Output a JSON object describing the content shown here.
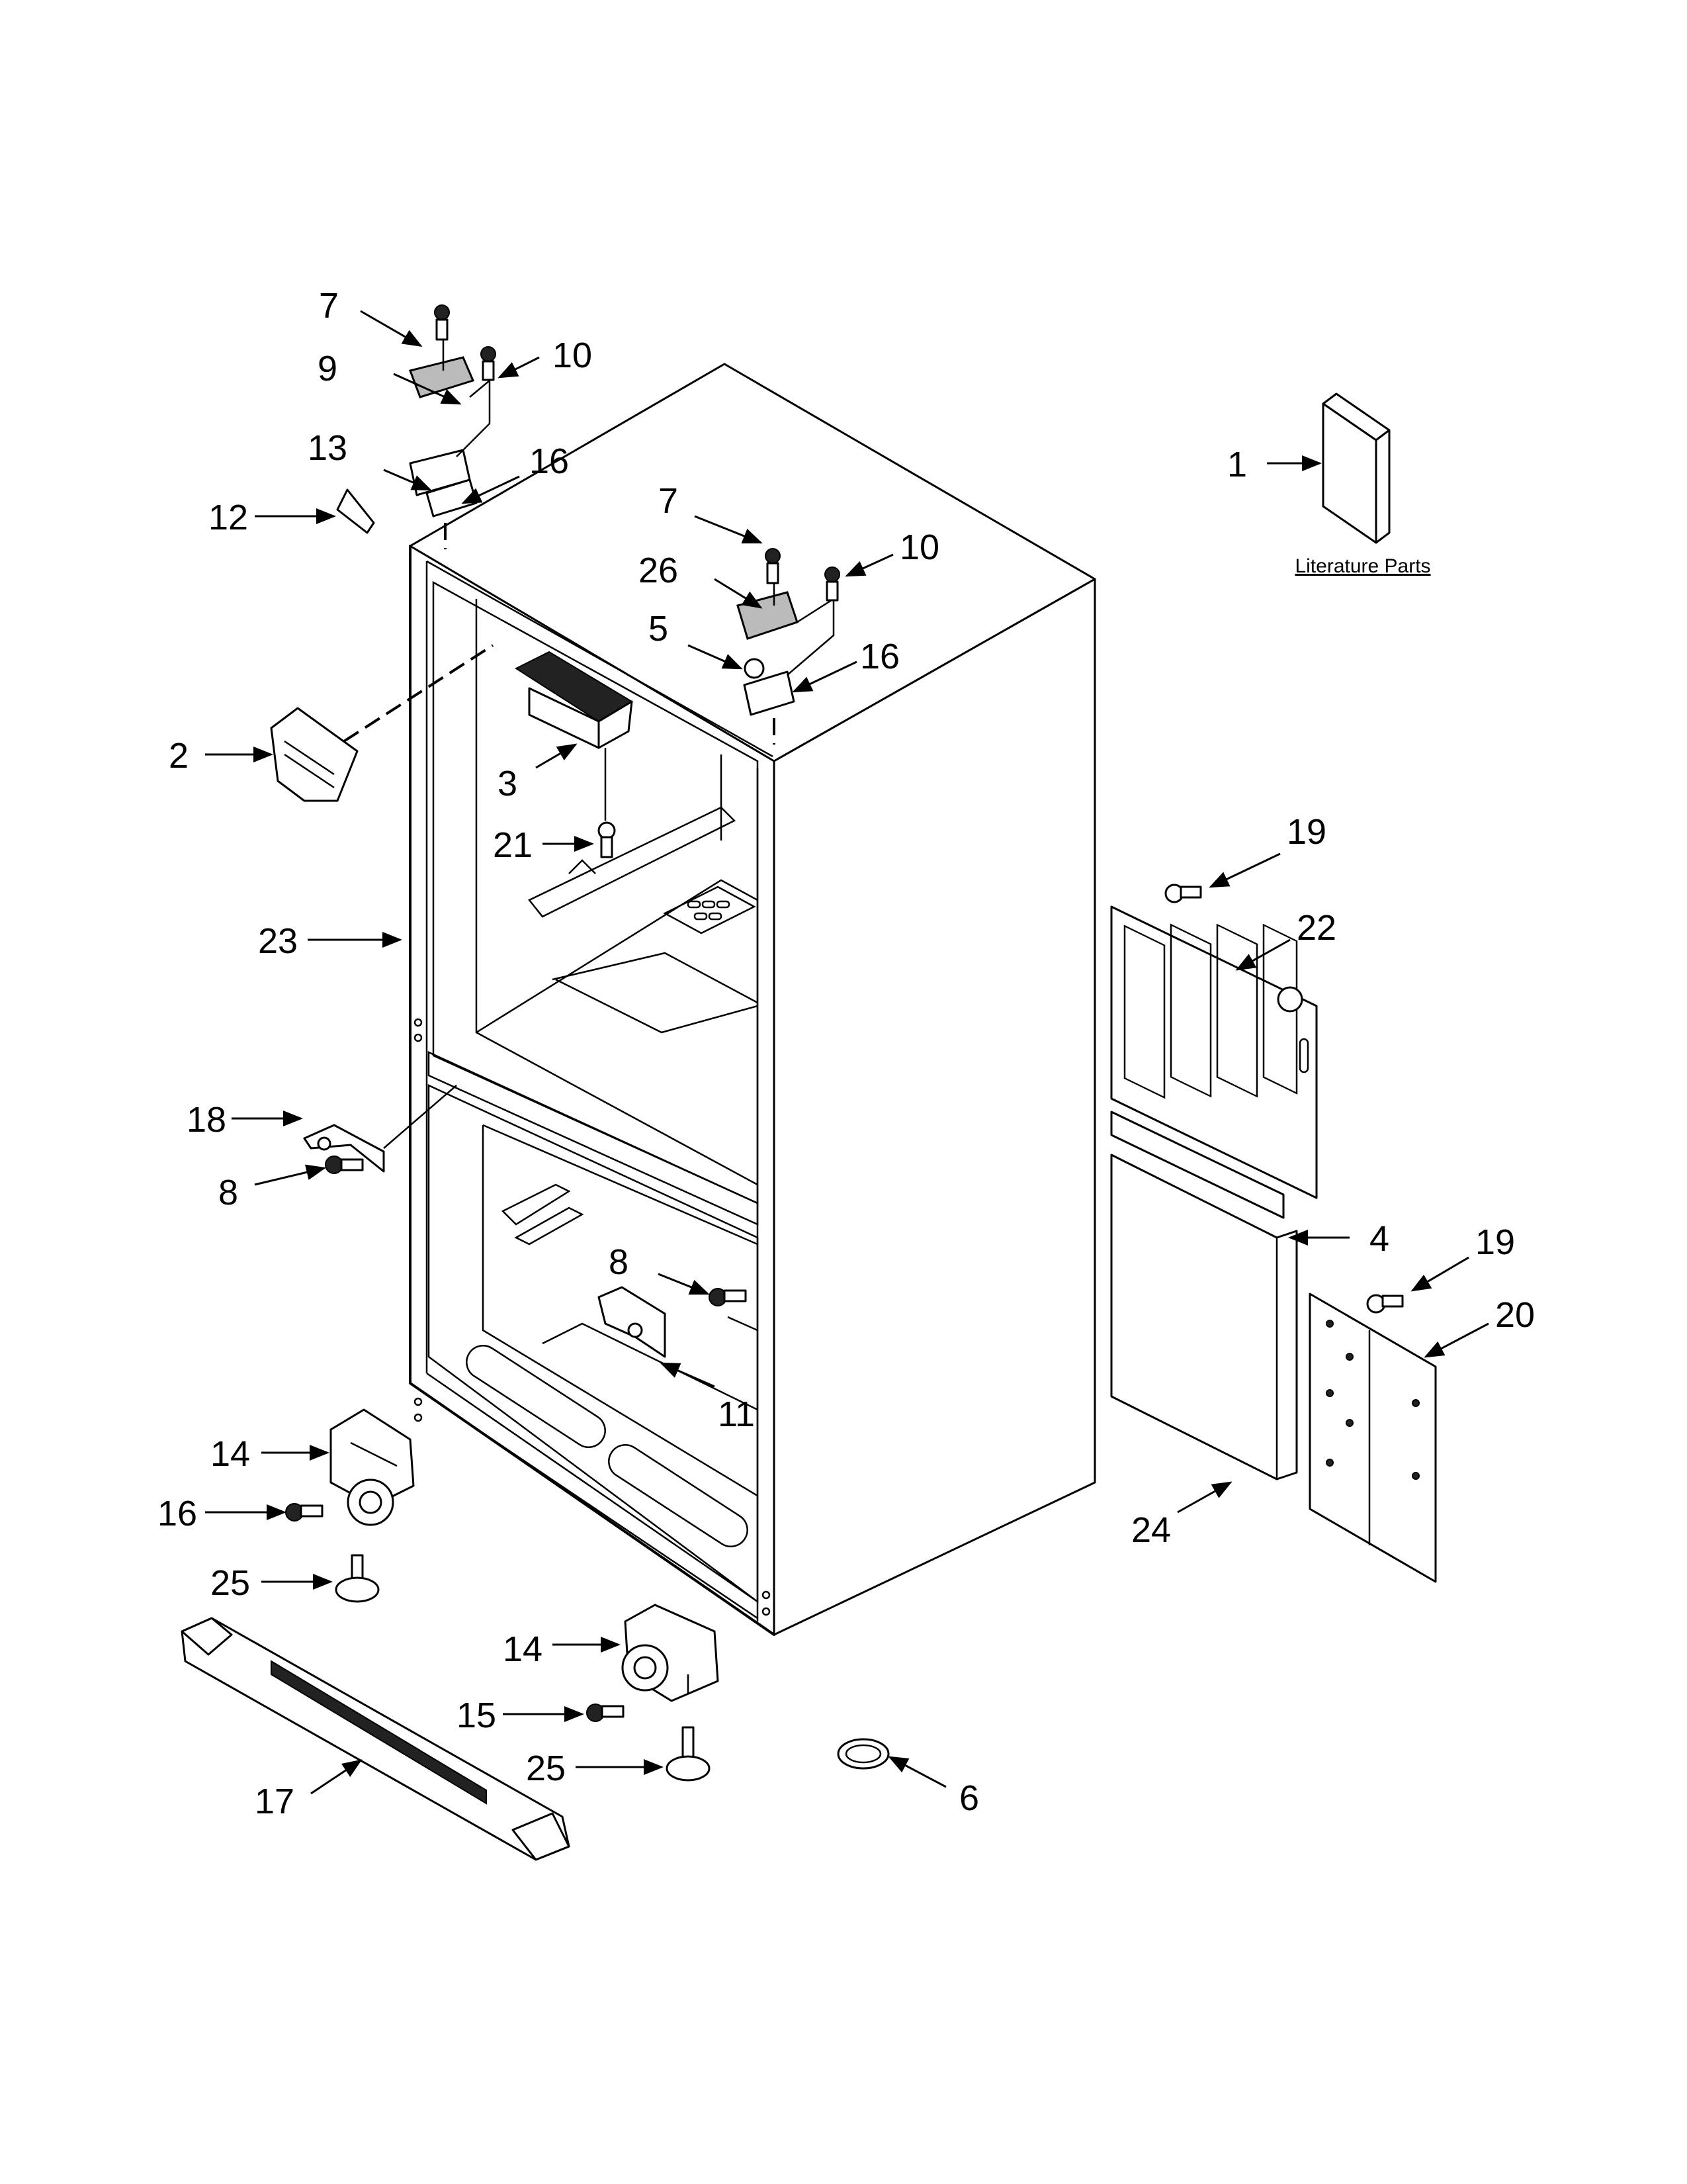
{
  "callouts": {
    "l1": "1",
    "l2": "2",
    "l3": "3",
    "l4": "4",
    "l5": "5",
    "l6": "6",
    "l7a": "7",
    "l7b": "7",
    "l8a": "8",
    "l8b": "8",
    "l9": "9",
    "l10a": "10",
    "l10b": "10",
    "l11": "11",
    "l12": "12",
    "l13": "13",
    "l14a": "14",
    "l14b": "14",
    "l15": "15",
    "l16a": "16",
    "l16b": "16",
    "l16c": "16",
    "l17": "17",
    "l18": "18",
    "l19a": "19",
    "l19b": "19",
    "l20": "20",
    "l21": "21",
    "l22": "22",
    "l23": "23",
    "l24": "24",
    "l25a": "25",
    "l25b": "25",
    "l26": "26"
  },
  "literature_label": "Literature Parts"
}
